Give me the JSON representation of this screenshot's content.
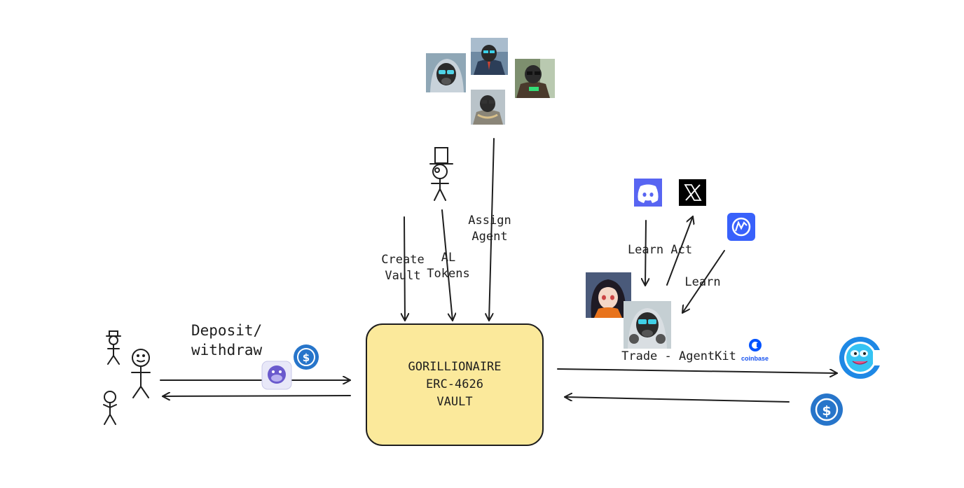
{
  "vault": {
    "text": "GORILLIONAIRE\nERC-4626\nVAULT",
    "fill": "#fbe99b"
  },
  "labels": {
    "deposit": "Deposit/\nwithdraw",
    "create_vault": "Create\nVault",
    "al_tokens": "AL\nTokens",
    "assign_agent": "Assign\nAgent",
    "learn_act": "Learn Act",
    "learn": "Learn",
    "trade": "Trade - AgentKit"
  },
  "brand": {
    "coinbase": "coinbase"
  },
  "icons": {
    "discord": "discord-icon",
    "x": "x-logo-icon",
    "coinmarketcap": "coinmarketcap-icon",
    "usdc": "usdc-coin-icon",
    "gorilla_app": "gorilla-app-icon",
    "pepe_token": "pepe-token-icon"
  },
  "colors": {
    "discord": "#5865f2",
    "x": "#000000",
    "cmc": "#3861fb",
    "usdc": "#2775ca",
    "coinbase": "#0052ff",
    "stroke": "#1e1e1e"
  }
}
